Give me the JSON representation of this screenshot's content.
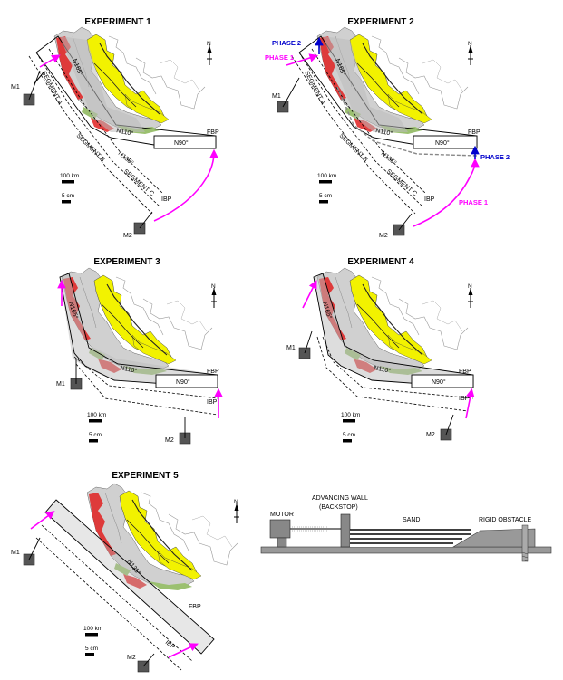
{
  "colors": {
    "arrow": "#ff00ff",
    "phase2": "#0000cc",
    "yellow": "#f2f200",
    "red": "#e02020",
    "green": "#9bc070",
    "gray": "#9a9a9a",
    "motor": "#555555"
  },
  "labels": {
    "scale_km": "100 km",
    "scale_cm": "5 cm",
    "north": "N",
    "m1": "M1",
    "m2": "M2",
    "fbp": "FBP",
    "ibp": "IBP",
    "n165": "N165°",
    "n110": "N110°",
    "n90": "N90°",
    "n135": "N135°",
    "segment_a": "SEGMENT A",
    "segment_b": "SEGMENT B",
    "segment_c": "SEGMENT C",
    "phase1": "PHASE 1",
    "phase2": "PHASE 2"
  },
  "experiments": [
    {
      "title": "EXPERIMENT 1"
    },
    {
      "title": "EXPERIMENT 2"
    },
    {
      "title": "EXPERIMENT 3"
    },
    {
      "title": "EXPERIMENT 4"
    },
    {
      "title": "EXPERIMENT 5"
    }
  ],
  "apparatus": {
    "motor": "MOTOR",
    "wall_line1": "ADVANCING WALL",
    "wall_line2": "(BACKSTOP)",
    "sand": "SAND",
    "obstacle": "RIGID OBSTACLE"
  }
}
